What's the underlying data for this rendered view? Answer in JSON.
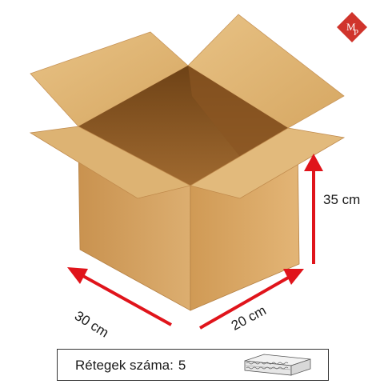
{
  "dimensions": {
    "height": "35 cm",
    "depth": "30 cm",
    "width": "20 cm"
  },
  "info": {
    "layers_label": "Rétegek száma:",
    "layers_value": "5"
  },
  "logo": {
    "letters": "MP",
    "color": "#d0342c"
  },
  "colors": {
    "arrow": "#e0141b",
    "cardboard_light": "#e3b97a",
    "cardboard_mid": "#d4a565",
    "cardboard_dark": "#b07a3c"
  },
  "icons": {
    "board": "corrugated-board-icon"
  }
}
